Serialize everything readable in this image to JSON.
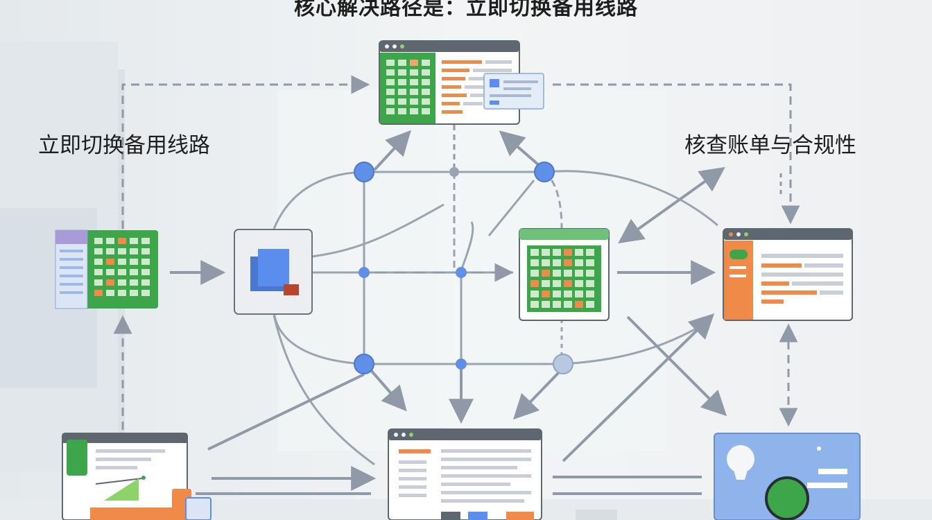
{
  "title": "核心解决路径是：立即切换备用线路",
  "labels": {
    "left": "立即切换备用线路",
    "right": "核查账单与合规性"
  },
  "colors": {
    "green": "#3da54a",
    "blue": "#5b8def",
    "orange": "#ef8a48",
    "frame": "#5e6670",
    "arrow": "#8f99a8",
    "node": "#5f8fe6"
  },
  "icons": [
    "spreadsheet-window-icon",
    "sidebar-table-icon",
    "central-square-icon",
    "grid-app-icon",
    "report-window-icon",
    "chart-device-icon",
    "document-window-icon",
    "settings-panel-icon"
  ]
}
